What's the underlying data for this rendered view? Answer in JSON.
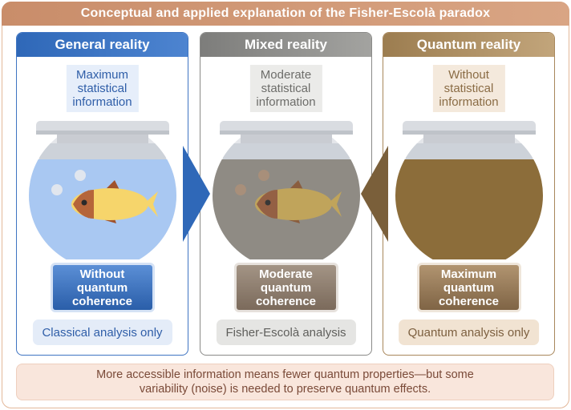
{
  "title": "Conceptual and applied explanation of the Fisher-Escolà paradox",
  "panels": [
    {
      "header": "General reality",
      "info_lines": [
        "Maximum",
        "statistical",
        "information"
      ],
      "coherence_lines": [
        "Without",
        "quantum",
        "coherence"
      ],
      "analysis": "Classical analysis only",
      "accent": "#3f74c2",
      "water": "#a9c8f2",
      "icon": "fishbowl-clear-icon"
    },
    {
      "header": "Mixed reality",
      "info_lines": [
        "Moderate",
        "statistical",
        "information"
      ],
      "coherence_lines": [
        "Moderate",
        "quantum",
        "coherence"
      ],
      "analysis": "Fisher-Escolà analysis",
      "accent": "#8a8a88",
      "water": "#8f8b84",
      "icon": "fishbowl-murky-icon"
    },
    {
      "header": "Quantum reality",
      "info_lines": [
        "Without",
        "statistical",
        "information"
      ],
      "coherence_lines": [
        "Maximum",
        "quantum",
        "coherence"
      ],
      "analysis": "Quantum analysis only",
      "accent": "#a8875b",
      "water": "#8c6d3a",
      "icon": "fishbowl-opaque-icon"
    }
  ],
  "bottom_note_lines": [
    "More accessible information means fewer quantum properties—but some",
    "variability (noise) is needed to preserve quantum effects."
  ],
  "colors": {
    "title_bar": "#c98d6a",
    "note_background": "#f9e6dc",
    "arrow_left": "#2f68b8",
    "arrow_right": "#7a5f3a"
  }
}
